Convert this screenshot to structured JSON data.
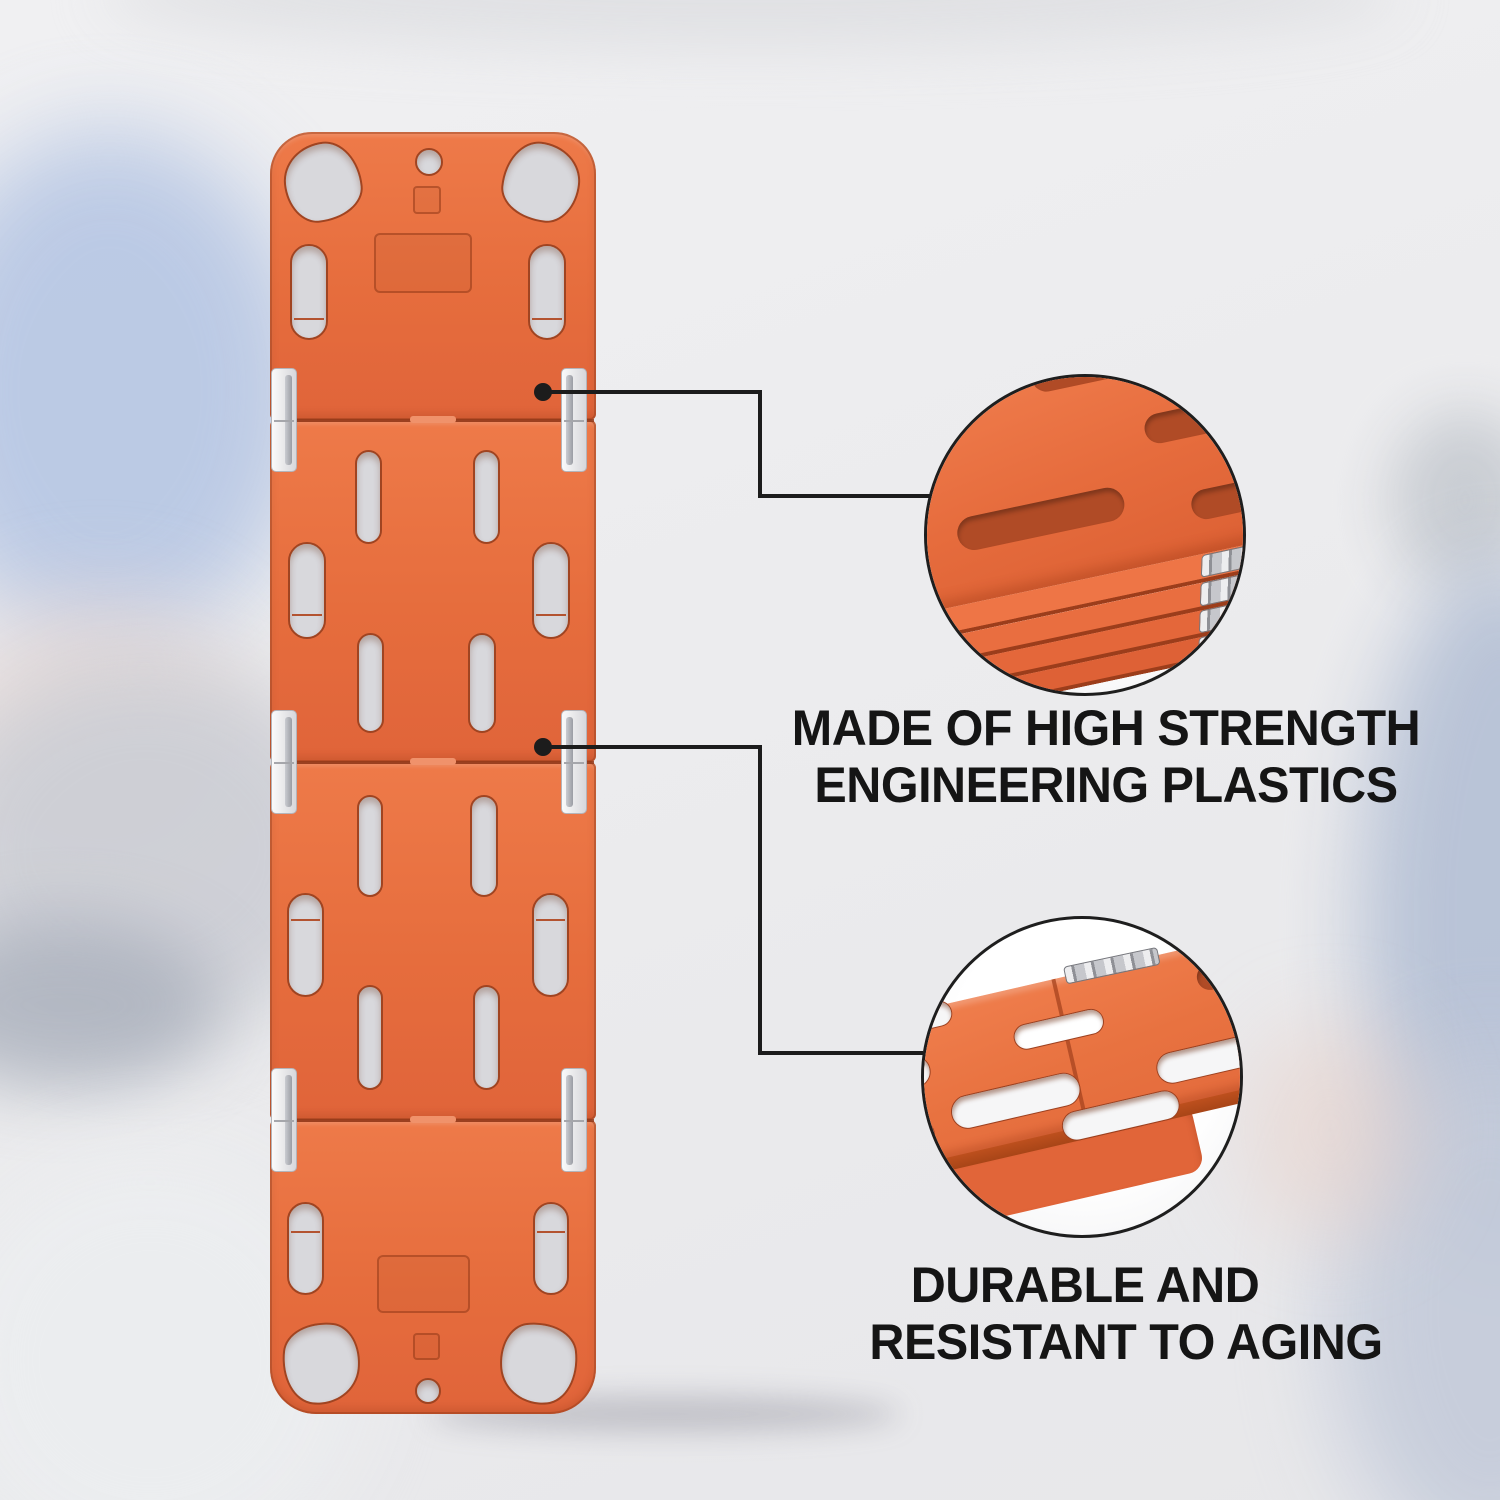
{
  "callouts": {
    "plastics": {
      "line1": "MADE OF HIGH STRENGTH",
      "line2": "ENGINEERING PLASTICS"
    },
    "durability": {
      "line1": "DURABLE AND",
      "line2": "RESISTANT TO AGING"
    }
  },
  "colors": {
    "board_orange": "#e66d3d",
    "slot_fill": "#d8d8dc",
    "slot_rim": "#a04421",
    "hinge_metal": "#c9cacf",
    "callout_line": "#1c1c1c",
    "text": "#151515",
    "background": "#ebebed"
  }
}
